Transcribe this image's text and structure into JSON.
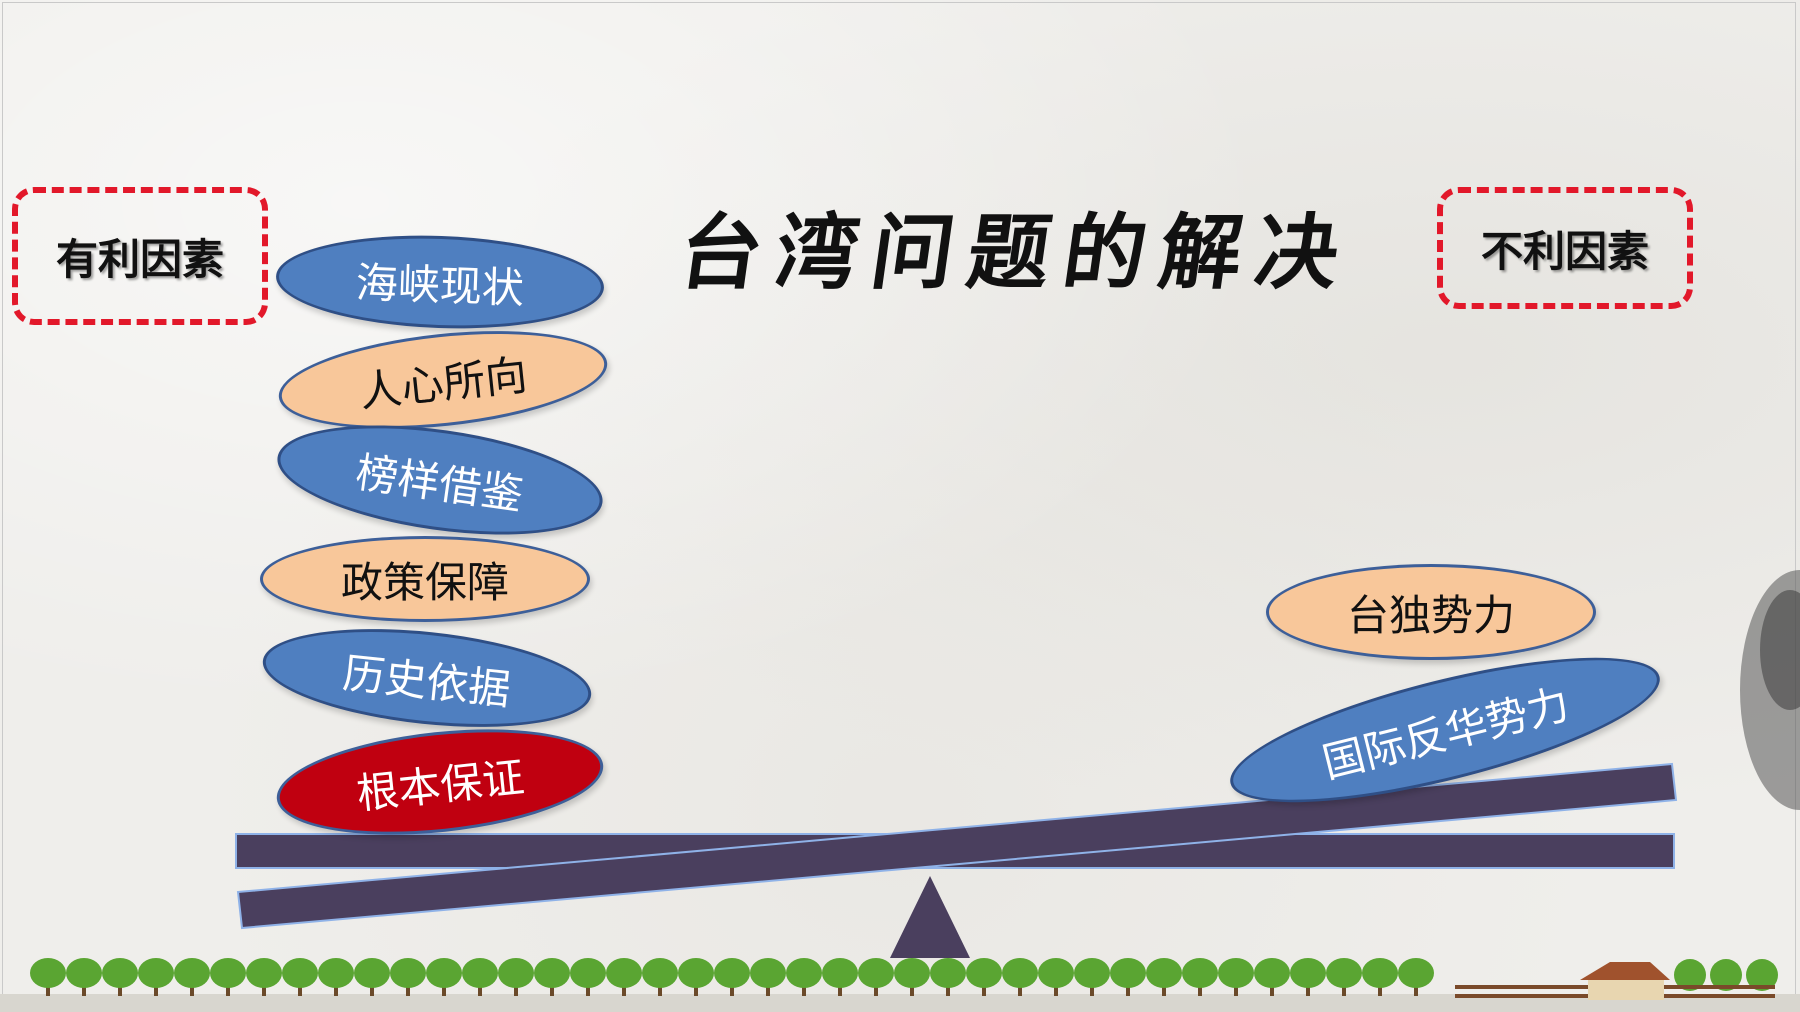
{
  "title": "台湾问题的解决",
  "left_label": "有利因素",
  "right_label": "不利因素",
  "favorable": [
    "海峡现状",
    "人心所向",
    "榜样借鉴",
    "政策保障",
    "历史依据",
    "根本保证"
  ],
  "unfavorable": [
    "台独势力",
    "国际反华势力"
  ],
  "colors": {
    "pill_blue": "#4f7fc0",
    "pill_peach": "#f8c79a",
    "pill_red": "#c00010",
    "beam": "#4a3f5e",
    "dashed_border": "#e2182a",
    "tree_green": "#5aa532"
  }
}
